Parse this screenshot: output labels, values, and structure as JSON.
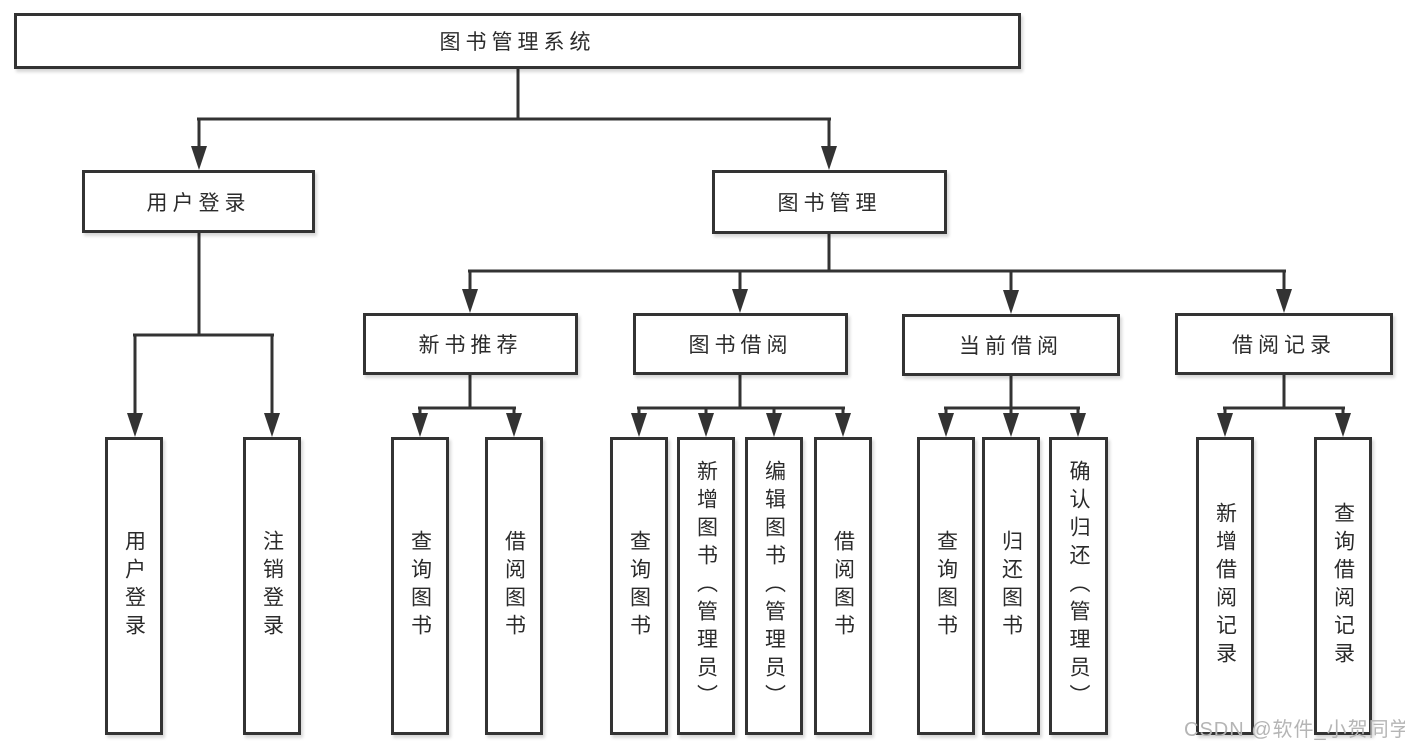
{
  "diagram": {
    "type": "tree",
    "tree": {
      "label": "图书管理系统",
      "children": [
        {
          "label": "用户登录",
          "children": [
            {
              "label": "用户登录"
            },
            {
              "label": "注销登录"
            }
          ]
        },
        {
          "label": "图书管理",
          "children": [
            {
              "label": "新书推荐",
              "children": [
                {
                  "label": "查询图书"
                },
                {
                  "label": "借阅图书"
                }
              ]
            },
            {
              "label": "图书借阅",
              "children": [
                {
                  "label": "查询图书"
                },
                {
                  "label": "新增图书（管理员）"
                },
                {
                  "label": "编辑图书（管理员）"
                },
                {
                  "label": "借阅图书"
                }
              ]
            },
            {
              "label": "当前借阅",
              "children": [
                {
                  "label": "查询图书"
                },
                {
                  "label": "归还图书"
                },
                {
                  "label": "确认归还（管理员）"
                }
              ]
            },
            {
              "label": "借阅记录",
              "children": [
                {
                  "label": "新增借阅记录"
                },
                {
                  "label": "查询借阅记录"
                }
              ]
            }
          ]
        }
      ]
    }
  },
  "watermark": {
    "text": "CSDN @软件_小贺同学",
    "color": "#b5b5b5"
  },
  "colors": {
    "line": "#333333",
    "box_border": "#333333",
    "text": "#2b2b2b",
    "background": "#ffffff"
  }
}
